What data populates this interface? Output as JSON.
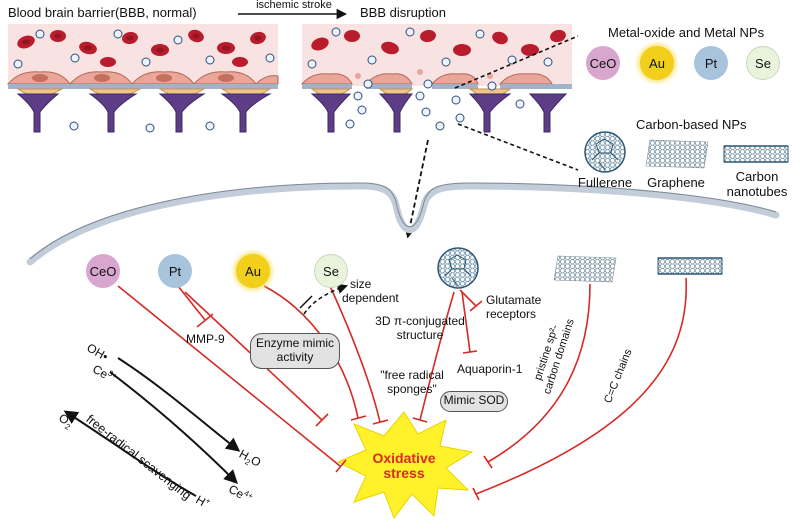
{
  "header": {
    "bbb_normal": "Blood brain barrier(BBB, normal)",
    "arrow_label": "ischemic stroke",
    "bbb_disruption": "BBB disruption"
  },
  "panel_metal": {
    "title": "Metal-oxide and Metal NPs",
    "items": [
      "CeO",
      "Au",
      "Pt",
      "Se"
    ]
  },
  "panel_carbon": {
    "title": "Carbon-based NPs",
    "fullerene": "Fullerene",
    "graphene": "Graphene",
    "nanotubes_1": "Carbon",
    "nanotubes_2": "nanotubes"
  },
  "cell": {
    "np_ceo": "CeO",
    "np_pt": "Pt",
    "np_au": "Au",
    "np_se": "Se",
    "mmp9": "MMP-9",
    "size_dependent_1": "size",
    "size_dependent_2": "dependent",
    "enzyme_mimic": "Enzyme mimic activity",
    "glutamate_1": "Glutamate",
    "glutamate_2": "receptors",
    "conjugated_1": "3D π-conjugated",
    "conjugated_2": "structure",
    "aquaporin": "Aquaporin-1",
    "free_radical_1": "\"free radical",
    "free_radical_2": "sponges\"",
    "mimic_sod": "Mimic SOD",
    "sp2_1": "pristine sp²-",
    "sp2_2": "carbon domains",
    "cc_chains": "C=C chains",
    "oh": "OH•",
    "h2o_base": "H",
    "h2o_sub": "2",
    "h2o_end": "O",
    "ce3_base": "Ce",
    "ce3_sup": "3+",
    "ce4_base": "Ce",
    "ce4_sup": "4+",
    "o2_base": "O",
    "o2_sub": "2",
    "h_base": "H",
    "h_sup": "+",
    "scavenging": "free-radical scavenging",
    "oxidative_1": "Oxidative",
    "oxidative_2": "stress"
  },
  "colors": {
    "inhibit_red": "#d62a26",
    "ceo": "#d9a6cf",
    "pt": "#a8c4dd",
    "au": "#f3d21a",
    "se": "#eaf3dc",
    "star": "#fff12a",
    "stress_text": "#d92a26",
    "membrane": "#c3cdd9"
  }
}
